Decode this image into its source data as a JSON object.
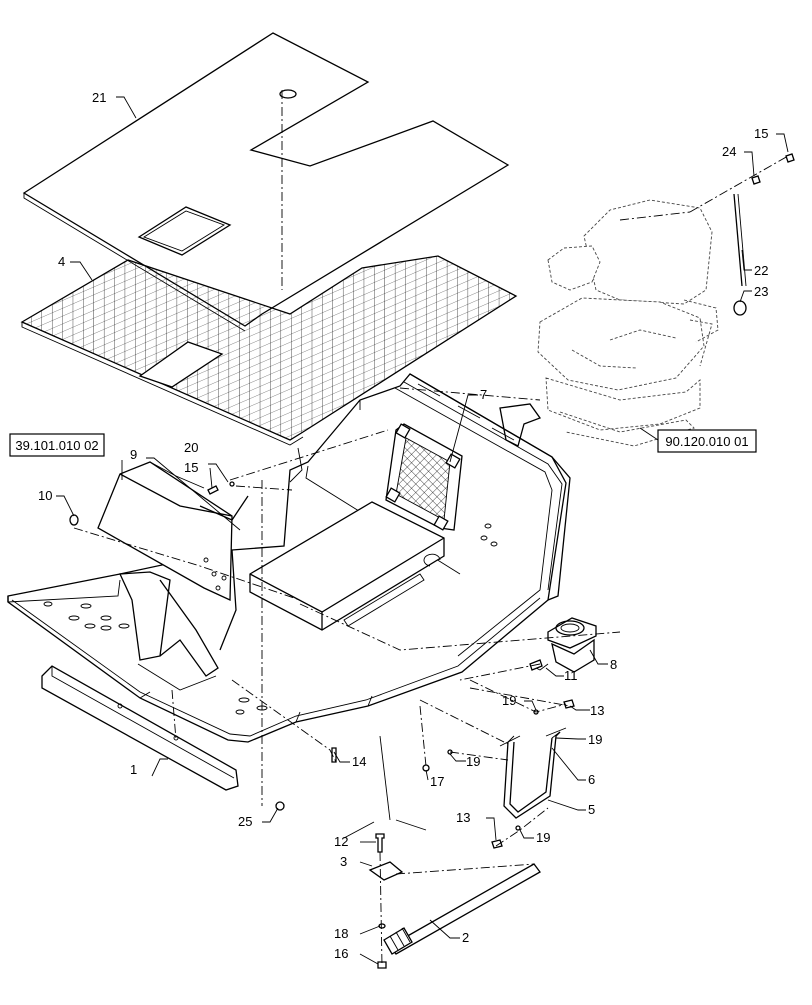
{
  "callouts": [
    {
      "id": "c1",
      "text": "1"
    },
    {
      "id": "c2",
      "text": "2"
    },
    {
      "id": "c3",
      "text": "3"
    },
    {
      "id": "c4",
      "text": "4"
    },
    {
      "id": "c5",
      "text": "5"
    },
    {
      "id": "c6",
      "text": "6"
    },
    {
      "id": "c7",
      "text": "7"
    },
    {
      "id": "c8",
      "text": "8"
    },
    {
      "id": "c9",
      "text": "9"
    },
    {
      "id": "c10",
      "text": "10"
    },
    {
      "id": "c11",
      "text": "11"
    },
    {
      "id": "c12",
      "text": "12"
    },
    {
      "id": "c13a",
      "text": "13"
    },
    {
      "id": "c13b",
      "text": "13"
    },
    {
      "id": "c14",
      "text": "14"
    },
    {
      "id": "c15a",
      "text": "15"
    },
    {
      "id": "c15b",
      "text": "15"
    },
    {
      "id": "c16",
      "text": "16"
    },
    {
      "id": "c17",
      "text": "17"
    },
    {
      "id": "c18",
      "text": "18"
    },
    {
      "id": "c19a",
      "text": "19"
    },
    {
      "id": "c19b",
      "text": "19"
    },
    {
      "id": "c19c",
      "text": "19"
    },
    {
      "id": "c19d",
      "text": "19"
    },
    {
      "id": "c20",
      "text": "20"
    },
    {
      "id": "c21",
      "text": "21"
    },
    {
      "id": "c22",
      "text": "22"
    },
    {
      "id": "c23",
      "text": "23"
    },
    {
      "id": "c24",
      "text": "24"
    },
    {
      "id": "c25",
      "text": "25"
    }
  ],
  "references": {
    "left": "39.101.010 02",
    "right": "90.120.010 01"
  }
}
